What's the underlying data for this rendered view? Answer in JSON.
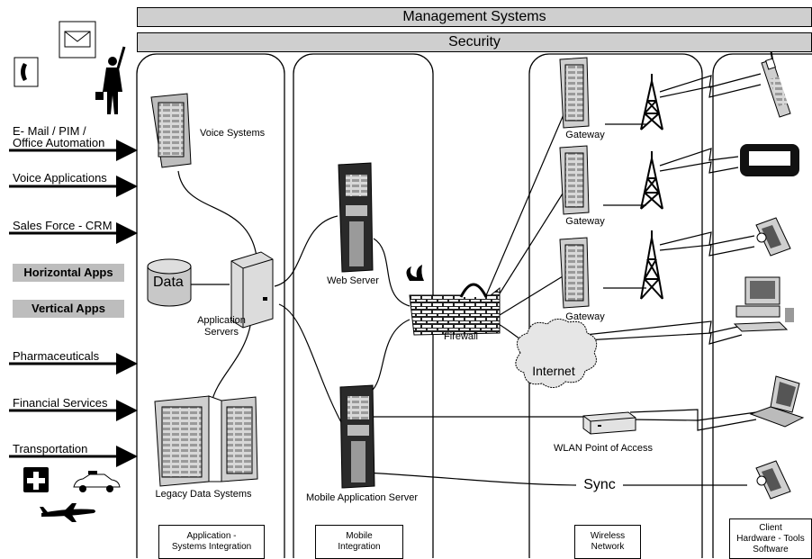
{
  "header": {
    "management": "Management Systems",
    "security": "Security"
  },
  "left_apps": [
    {
      "label": "E- Mail / PIM /"
    },
    {
      "label": "Office Automation"
    },
    {
      "label": "Voice Applications"
    },
    {
      "label": "Sales Force -  CRM"
    },
    {
      "label": "Pharmaceuticals"
    },
    {
      "label": "Financial Services"
    },
    {
      "label": "Transportation"
    }
  ],
  "gray_apps": {
    "horizontal": "Horizontal Apps",
    "vertical": "Vertical Apps"
  },
  "nodes": {
    "voice_systems": "Voice Systems",
    "data": "Data",
    "app_servers_1": "Application",
    "app_servers_2": "Servers",
    "legacy": "Legacy Data Systems",
    "web_server": "Web Server",
    "mobile_app_server": "Mobile Application Server",
    "firewall": "Firewall",
    "internet": "Internet",
    "gateway_1": "Gateway",
    "gateway_2": "Gateway",
    "gateway_3": "Gateway",
    "wlan": "WLAN Point of Access",
    "sync": "Sync"
  },
  "footers": {
    "asi_1": "Application -",
    "asi_2": "Systems Integration",
    "mi_1": "Mobile",
    "mi_2": "Integration",
    "wn_1": "Wireless",
    "wn_2": "Network",
    "ch_1": "Client",
    "ch_2": "Hardware - Tools",
    "ch_3": "Software"
  },
  "icons": [
    "envelope-icon",
    "phone-icon",
    "person-icon",
    "medical-cross-icon",
    "car-icon",
    "airplane-icon",
    "server-icon",
    "tower-icon",
    "firewall-icon",
    "cloud-icon",
    "cell-phone-icon",
    "pager-icon",
    "pda-icon",
    "desktop-computer-icon",
    "laptop-icon",
    "access-point-icon",
    "database-icon"
  ]
}
